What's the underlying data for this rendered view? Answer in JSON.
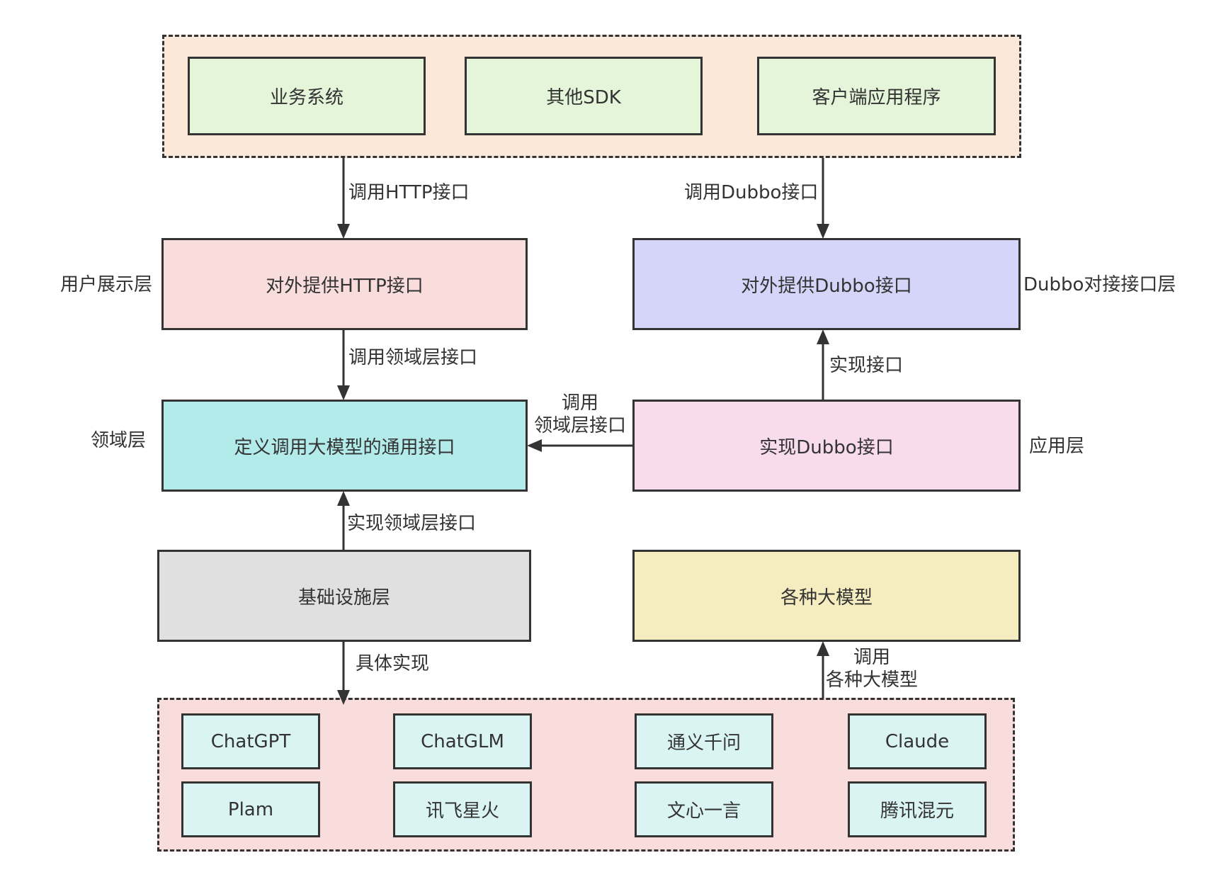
{
  "top_group": {
    "business_system": "业务系统",
    "other_sdk": "其他SDK",
    "client_app": "客户端应用程序"
  },
  "boxes": {
    "http_interface": "对外提供HTTP接口",
    "dubbo_interface": "对外提供Dubbo接口",
    "domain_interface": "定义调用大模型的通用接口",
    "impl_dubbo": "实现Dubbo接口",
    "infrastructure": "基础设施层",
    "models": "各种大模型"
  },
  "layers": {
    "user_display": "用户展示层",
    "dubbo_layer": "Dubbo对接接口层",
    "domain": "领域层",
    "application": "应用层"
  },
  "edges": {
    "call_http": "调用HTTP接口",
    "call_dubbo": "调用Dubbo接口",
    "call_domain": "调用领域层接口",
    "impl_interface": "实现接口",
    "call_domain_2_line1": "调用",
    "call_domain_2_line2": "领域层接口",
    "impl_domain": "实现领域层接口",
    "concrete_impl": "具体实现",
    "call_models_line1": "调用",
    "call_models_line2": "各种大模型"
  },
  "model_list": [
    "ChatGPT",
    "ChatGLM",
    "通义千问",
    "Claude",
    "Plam",
    "讯飞星火",
    "文心一言",
    "腾讯混元"
  ],
  "colors": {
    "top_group_fill": "#fce8d8",
    "top_item_fill": "#e4f5da",
    "http_fill": "#f9dcdc",
    "dubbo_fill": "#d4d5f8",
    "domain_fill": "#b3eaea",
    "app_fill": "#f8dbec",
    "infra_fill": "#e0e0e0",
    "models_fill": "#f5edc0",
    "bottom_group_fill": "#f9dcdc",
    "model_item_fill": "#d9f4f2",
    "stroke": "#333333"
  }
}
